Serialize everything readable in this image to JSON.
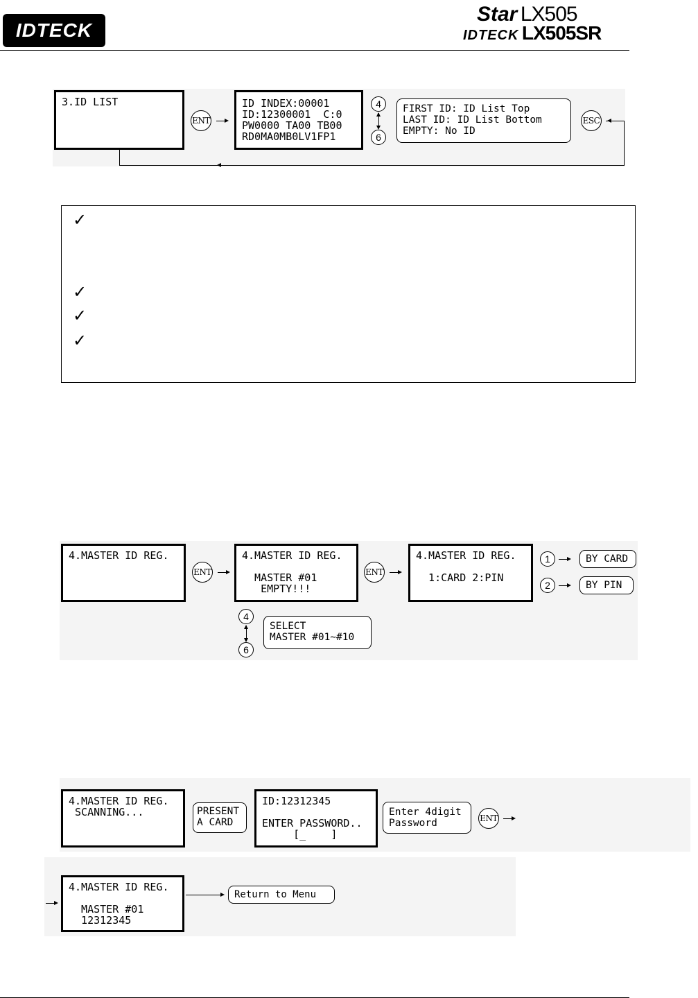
{
  "header": {
    "logo": "IDTECK",
    "product_line1_brand": "Star",
    "product_line1_model": "LX505",
    "product_line2_brand": "IDTECK",
    "product_line2_model": "LX505SR"
  },
  "id_list": {
    "screen1": "3.ID LIST",
    "key_ent": "ENT",
    "screen2": "ID INDEX:00001\nID:12300001  C:0\nPW0000 TA00 TB00\nRD0MA0MB0LV1FP1",
    "key_up": "4",
    "key_down": "6",
    "note": "FIRST ID: ID List Top\nLAST ID: ID List Bottom\nEMPTY: No ID",
    "key_esc": "ESC"
  },
  "master_reg": {
    "screen1": "4.MASTER ID REG.",
    "key_ent": "ENT",
    "screen2": "4.MASTER ID REG.\n\n  MASTER #01\n   EMPTY!!!",
    "screen3": "4.MASTER ID REG.\n\n  1:CARD 2:PIN",
    "opt1_key": "1",
    "opt1_label": "BY CARD",
    "opt2_key": "2",
    "opt2_label": "BY PIN",
    "key_up": "4",
    "key_down": "6",
    "select_note": "SELECT\nMASTER #01~#10"
  },
  "by_card": {
    "screen1": "4.MASTER ID REG.\n SCANNING...",
    "present": "PRESENT\nA CARD",
    "screen2": "ID:12312345\n\nENTER PASSWORD..\n     [_    ]",
    "enter_note": "Enter 4digit\nPassword",
    "key_ent": "ENT",
    "screen3": "4.MASTER ID REG.\n\n  MASTER #01\n  12312345",
    "return_note": "Return to Menu"
  },
  "notes": {
    "check_mark": "✓"
  }
}
